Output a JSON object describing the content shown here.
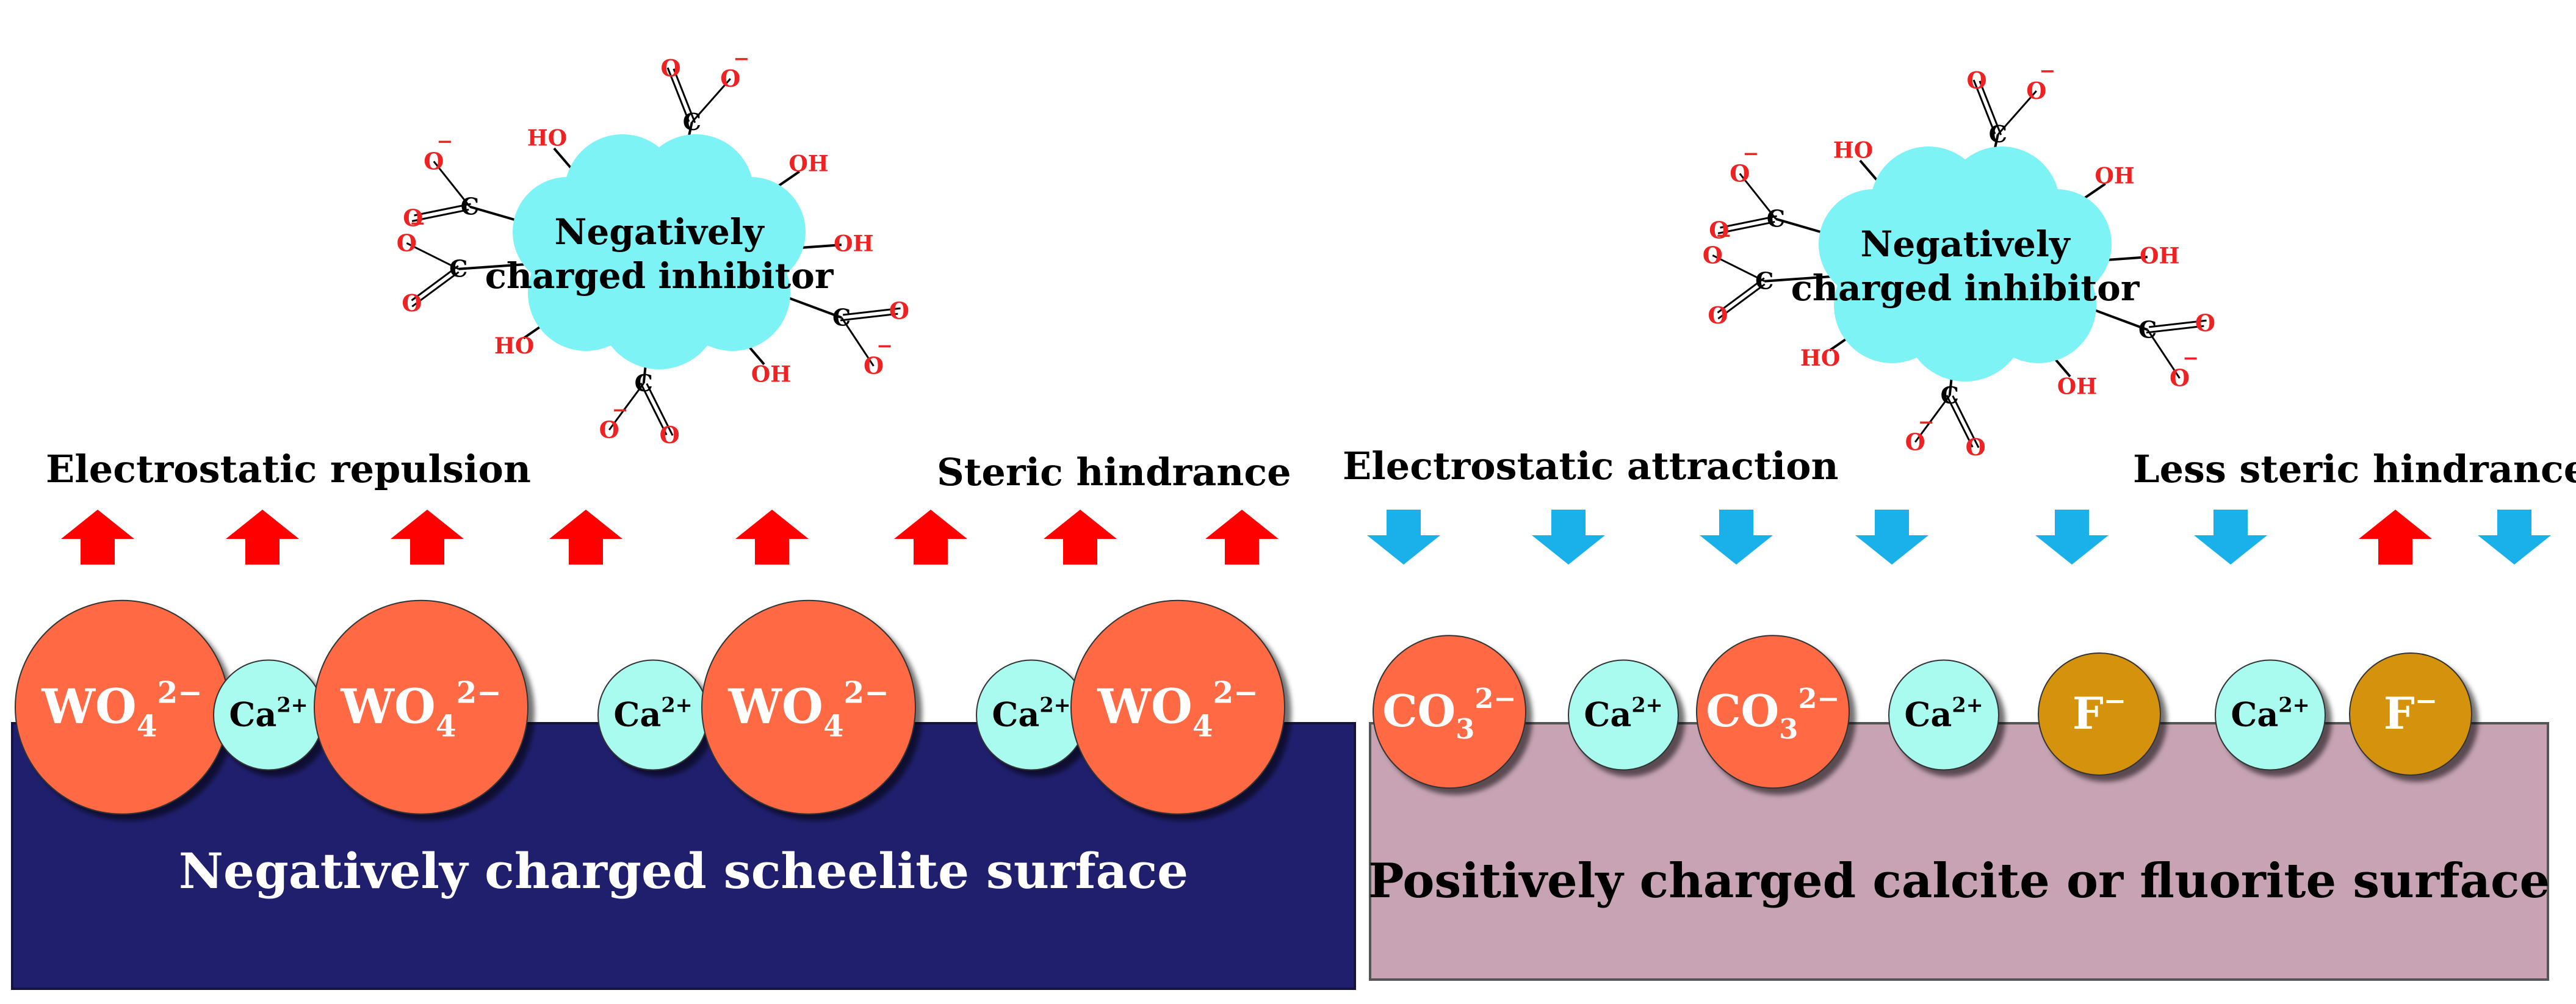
{
  "panels": {
    "left": {
      "cloud_label": [
        "Negatively",
        "charged inhibitor"
      ],
      "label_left": "Electrostatic repulsion",
      "label_right": "Steric hindrance",
      "surface_label": "Negatively charged scheelite surface",
      "surface_color": "#201f6e",
      "arrows": [
        "up",
        "up",
        "up",
        "up",
        "up",
        "up",
        "up",
        "up"
      ],
      "ions": [
        {
          "kind": "big",
          "base": "WO",
          "sub": "4",
          "sup": "2−"
        },
        {
          "kind": "small",
          "base": "Ca",
          "sub": "",
          "sup": "2+"
        },
        {
          "kind": "big",
          "base": "WO",
          "sub": "4",
          "sup": "2−"
        },
        {
          "kind": "small",
          "base": "Ca",
          "sub": "",
          "sup": "2+"
        },
        {
          "kind": "big",
          "base": "WO",
          "sub": "4",
          "sup": "2−"
        },
        {
          "kind": "small",
          "base": "Ca",
          "sub": "",
          "sup": "2+"
        },
        {
          "kind": "big",
          "base": "WO",
          "sub": "4",
          "sup": "2−"
        }
      ]
    },
    "right": {
      "cloud_label": [
        "Negatively",
        "charged inhibitor"
      ],
      "label_left": "Electrostatic attraction",
      "label_right": "Less steric hindrance",
      "surface_label": "Positively charged calcite or fluorite surface",
      "surface_color": "#c7a3b3",
      "arrows": [
        "down",
        "down",
        "down",
        "down",
        "down",
        "down",
        "up",
        "down"
      ],
      "ions": [
        {
          "kind": "carbonate",
          "base": "CO",
          "sub": "3",
          "sup": "2−"
        },
        {
          "kind": "small",
          "base": "Ca",
          "sub": "",
          "sup": "2+"
        },
        {
          "kind": "carbonate",
          "base": "CO",
          "sub": "3",
          "sup": "2−"
        },
        {
          "kind": "small",
          "base": "Ca",
          "sub": "",
          "sup": "2+"
        },
        {
          "kind": "fluoride",
          "base": "F",
          "sub": "",
          "sup": "−"
        },
        {
          "kind": "small",
          "base": "Ca",
          "sub": "",
          "sup": "2+"
        },
        {
          "kind": "fluoride",
          "base": "F",
          "sub": "",
          "sup": "−"
        }
      ]
    }
  },
  "groups": {
    "hydroxyl": "HO",
    "hydroxyl_alt": "OH",
    "oxygen": "O",
    "carbon": "C",
    "minus": "−"
  },
  "colors": {
    "repulsion_arrow": "#ff0000",
    "attraction_arrow": "#1ab0ea",
    "sulfate_ion": "#ff6b45",
    "calcium_ion": "#a9fbf0",
    "fluoride_ion": "#d4920a",
    "cloud": "#7df3f5",
    "molecule": "#ee2222"
  }
}
